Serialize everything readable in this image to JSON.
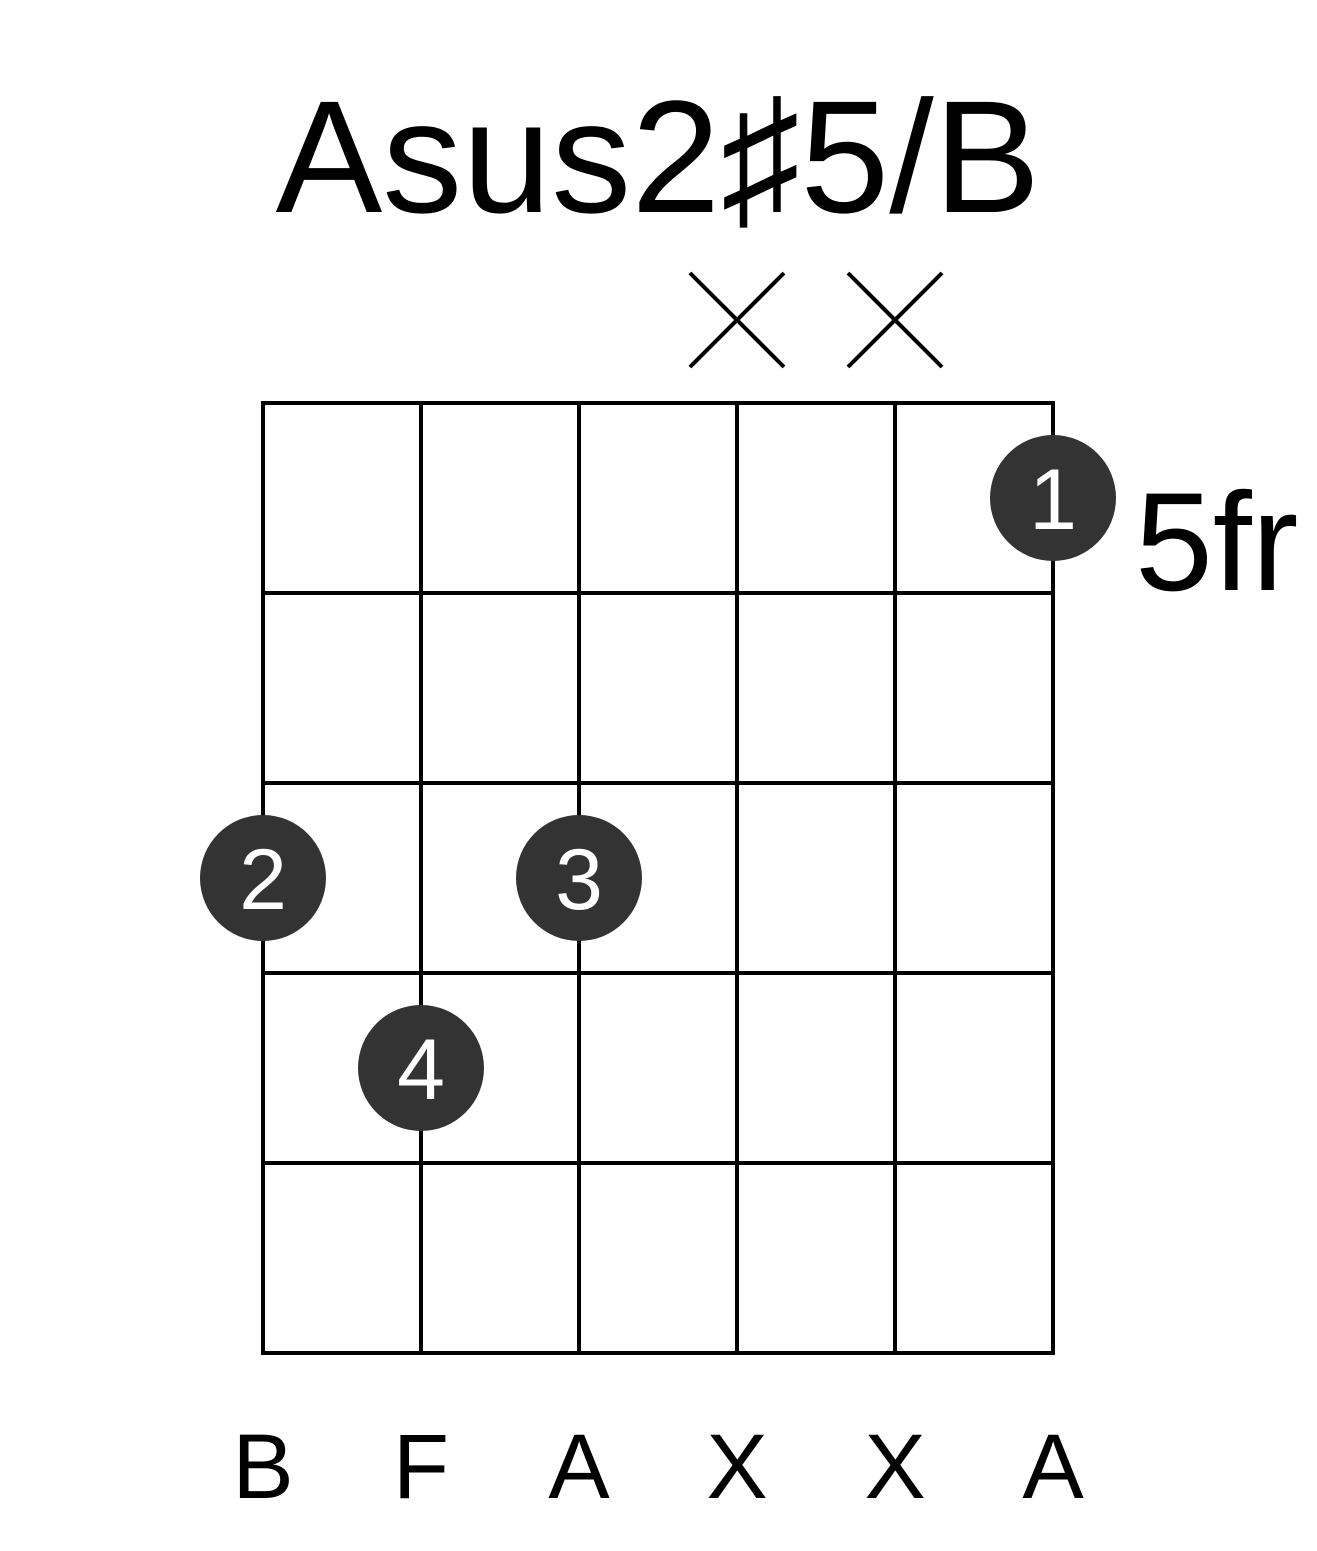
{
  "chord": {
    "name": "Asus2♯5/B",
    "base_fret_label": "5fr",
    "num_strings": 6,
    "num_frets": 5,
    "muted_strings": [
      4,
      5
    ],
    "fingers": [
      {
        "string": 1,
        "fret": 3,
        "label": "2"
      },
      {
        "string": 2,
        "fret": 4,
        "label": "4"
      },
      {
        "string": 3,
        "fret": 3,
        "label": "3"
      },
      {
        "string": 6,
        "fret": 1,
        "label": "1"
      }
    ],
    "string_notes": [
      "B",
      "F",
      "A",
      "X",
      "X",
      "A"
    ]
  },
  "colors": {
    "line": "#000000",
    "dot": "#333333",
    "finger_text": "#ffffff"
  }
}
